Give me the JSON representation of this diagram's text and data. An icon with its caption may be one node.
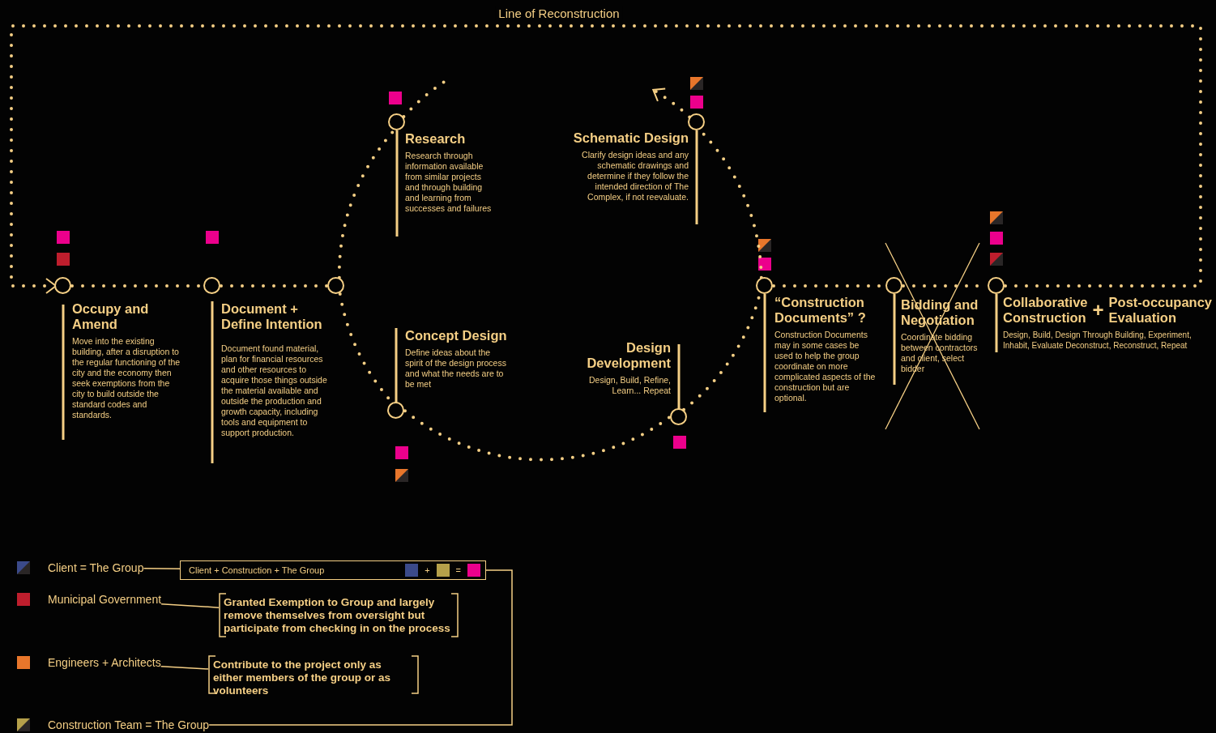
{
  "diagram": {
    "nodes": [
      {
        "text": [],
        "shape": "circle",
        "beside": [
          "Occupy and Amend",
          "Move into the existing building, after a disruption to the regular functioning of the city and the economy then seek exemptions from the city to build outside the standard codes and standards."
        ]
      },
      {
        "text": [],
        "shape": "circle",
        "beside": [
          "Document + Define Intention",
          "Document found material, plan for financial resources and other resources to acquire those things outside the material available and outside the production and growth capacity, including tools and equipment to support production."
        ]
      },
      {
        "text": [],
        "shape": "circle"
      },
      {
        "text": [],
        "shape": "circle",
        "beside": [
          "Research",
          "Research through information available from similar projects and through building and learning from successes and failures"
        ]
      },
      {
        "text": [],
        "shape": "circle",
        "beside": [
          "Concept Design",
          "Define ideas about the spirit of the design process and what the needs are to be met"
        ]
      },
      {
        "text": [],
        "shape": "circle",
        "beside": [
          "Schematic Design",
          "Clarify design ideas and any schematic drawings and determine if they follow the intended direction of The Complex, if not reevaluate."
        ]
      },
      {
        "text": [],
        "shape": "circle",
        "beside": [
          "Design Development",
          "Design, Build, Refine, Learn... Repeat"
        ]
      },
      {
        "text": [],
        "shape": "circle",
        "beside": [
          "“Construction Documents” ?",
          "Construction Documents may in some cases be used to help the group coordinate on more complicated aspects of the construction but are optional."
        ]
      },
      {
        "text": [],
        "shape": "circle",
        "beside": [
          "Bidding and Negotiation",
          "Coordinate bidding between contractors and client, select bidder"
        ]
      },
      {
        "text": [],
        "shape": "circle",
        "beside": [
          "Collaborative Construction",
          "+",
          "Post-occupancy Evaluation",
          "Design, Build, Design Through Building, Experiment, Inhabit, Evaluate Deconstruct, Reconstruct, Repeat"
        ]
      },
      {
        "text": [
          "Client = The Group"
        ]
      },
      {
        "text": [
          "Municipal Government"
        ]
      },
      {
        "text": [
          "Engineers + Architects"
        ]
      },
      {
        "text": [
          "Construction Team = The Group"
        ]
      },
      {
        "text": [
          "Client + Construction + The Group",
          "+",
          "="
        ]
      },
      {
        "text": [
          "Granted Exemption to Group and largely remove themselves from oversight but participate from checking in on the process"
        ]
      },
      {
        "text": [
          "Contribute to the project only as either members of the group or as volunteers"
        ]
      }
    ],
    "edges": [
      {
        "from": 0,
        "to": 1,
        "arrow": "none",
        "style": "dashed"
      },
      {
        "from": 1,
        "to": 2,
        "arrow": "none",
        "style": "dashed"
      },
      {
        "from": 2,
        "to": 3,
        "arrow": "none",
        "style": "dashed"
      },
      {
        "from": 2,
        "to": 4,
        "arrow": "none",
        "style": "dashed"
      },
      {
        "from": 4,
        "to": 6,
        "arrow": "none",
        "style": "dashed"
      },
      {
        "from": 6,
        "to": 7,
        "arrow": "none",
        "style": "dashed"
      },
      {
        "from": 7,
        "to": 5,
        "arrow": "none",
        "style": "dashed"
      },
      {
        "from": 3,
        "to": null,
        "arrow": "none",
        "style": "dashed"
      },
      {
        "from": 5,
        "to": null,
        "arrow": "to",
        "style": "dashed"
      },
      {
        "from": 7,
        "to": 8,
        "arrow": "none",
        "style": "dashed"
      },
      {
        "from": 8,
        "to": 9,
        "arrow": "none",
        "style": "dashed"
      },
      {
        "from": 9,
        "to": 0,
        "arrow": "to",
        "style": "dashed",
        "label": "Line of Reconstruction"
      },
      {
        "from": 10,
        "to": 14,
        "arrow": "none"
      },
      {
        "from": 11,
        "to": 15,
        "arrow": "none"
      },
      {
        "from": 12,
        "to": 16,
        "arrow": "none"
      },
      {
        "from": 13,
        "to": 14,
        "arrow": "none"
      }
    ]
  }
}
